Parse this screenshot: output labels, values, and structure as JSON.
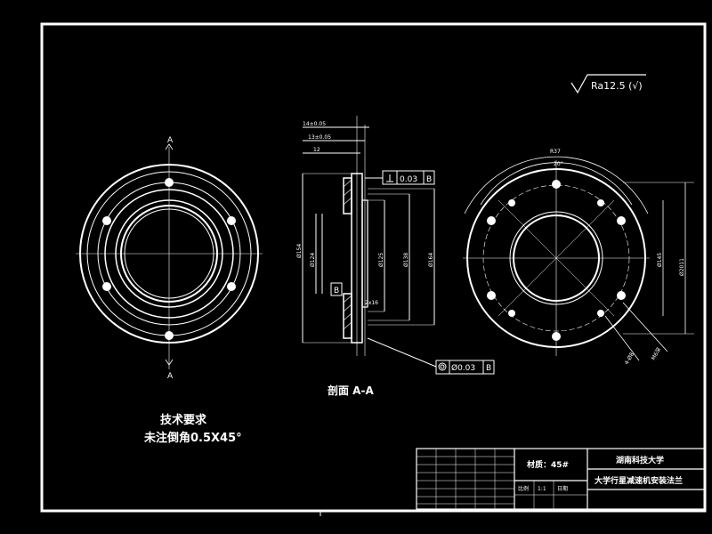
{
  "drawing": {
    "roughness_note": "Ra12.5 (√)",
    "section_label": "剖面 A-A",
    "section_mark_a": "A",
    "tech_req_title": "技术要求",
    "tech_req_line": "未注倒角0.5X45°",
    "datum_label": "B",
    "flatness_value": "0.03",
    "coaxiality_value": "Ø0.03",
    "chamfer_label": "2x16",
    "dims_left": [
      "14±0.05",
      "13±0.05",
      "12"
    ],
    "dims_vertical": [
      "Ø154",
      "Ø124",
      "Ø125",
      "Ø138",
      "Ø164"
    ],
    "dims_right": [
      "R37",
      "20°",
      "Ø145",
      "Ø2011",
      "4-Ø8",
      "M6深"
    ]
  },
  "title_block": {
    "material": "材质：45#",
    "school": "湖南科技大学",
    "part_name": "大学行星减速机安装法兰",
    "scale_labels": [
      "比例",
      "1:1",
      "日期"
    ]
  },
  "colors": {
    "line": "#ffffff",
    "background": "#000000"
  }
}
